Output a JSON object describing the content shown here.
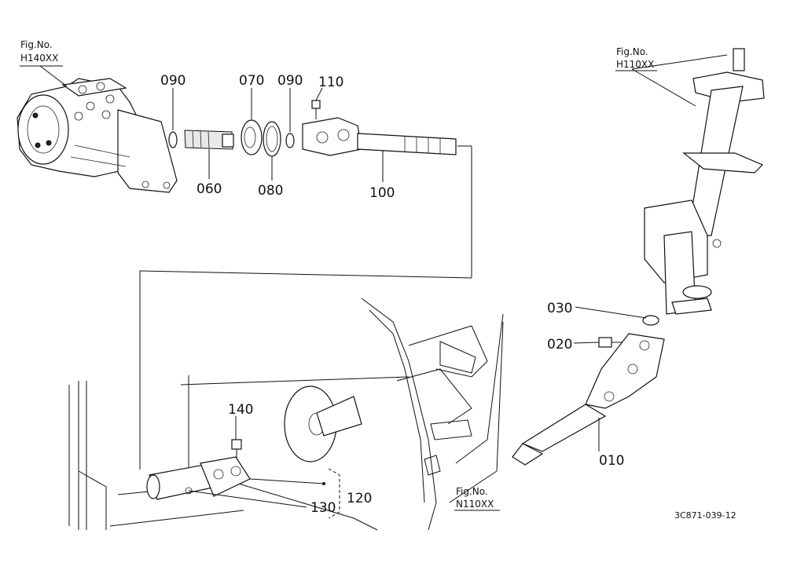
{
  "figure_refs": [
    {
      "prefix": "Fig.No.",
      "code": "H140XX"
    },
    {
      "prefix": "Fig.No.",
      "code": "H110XX"
    },
    {
      "prefix": "Fig.No.",
      "code": "N110XX"
    }
  ],
  "part_numbers": {
    "p010": "010",
    "p020": "020",
    "p030": "030",
    "p060": "060",
    "p070": "070",
    "p080": "080",
    "p090a": "090",
    "p090b": "090",
    "p100": "100",
    "p110": "110",
    "p120": "120",
    "p130": "130",
    "p140": "140"
  },
  "diagram_code": "3C871-039-12"
}
